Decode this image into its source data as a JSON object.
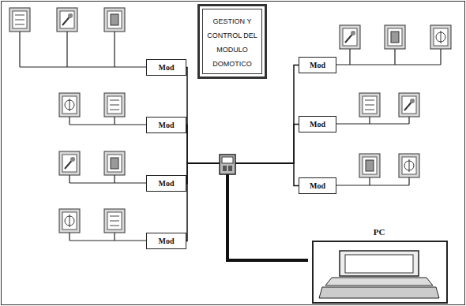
{
  "diagram": {
    "nodes": [
      {
        "text": [
          "GESTION Y CONTROL DEL MODULO DOMOTICO"
        ]
      },
      {
        "text": [
          "Mod"
        ]
      },
      {
        "text": [
          "Mod"
        ]
      },
      {
        "text": [
          "Mod"
        ]
      },
      {
        "text": [
          "Mod"
        ]
      },
      {
        "text": [
          "Mod"
        ]
      },
      {
        "text": [
          "Mod"
        ]
      },
      {
        "text": [
          "Mod"
        ]
      },
      {
        "text": [
          "PC"
        ]
      }
    ],
    "edges": [
      {
        "from": 1,
        "to": 8,
        "arrow": "none"
      },
      {
        "from": 2,
        "to": 8,
        "arrow": "none"
      },
      {
        "from": 3,
        "to": 8,
        "arrow": "none"
      },
      {
        "from": 4,
        "to": 8,
        "arrow": "none"
      },
      {
        "from": 5,
        "to": 8,
        "arrow": "none"
      },
      {
        "from": 6,
        "to": 8,
        "arrow": "none"
      },
      {
        "from": 7,
        "to": 8,
        "arrow": "none"
      }
    ]
  }
}
